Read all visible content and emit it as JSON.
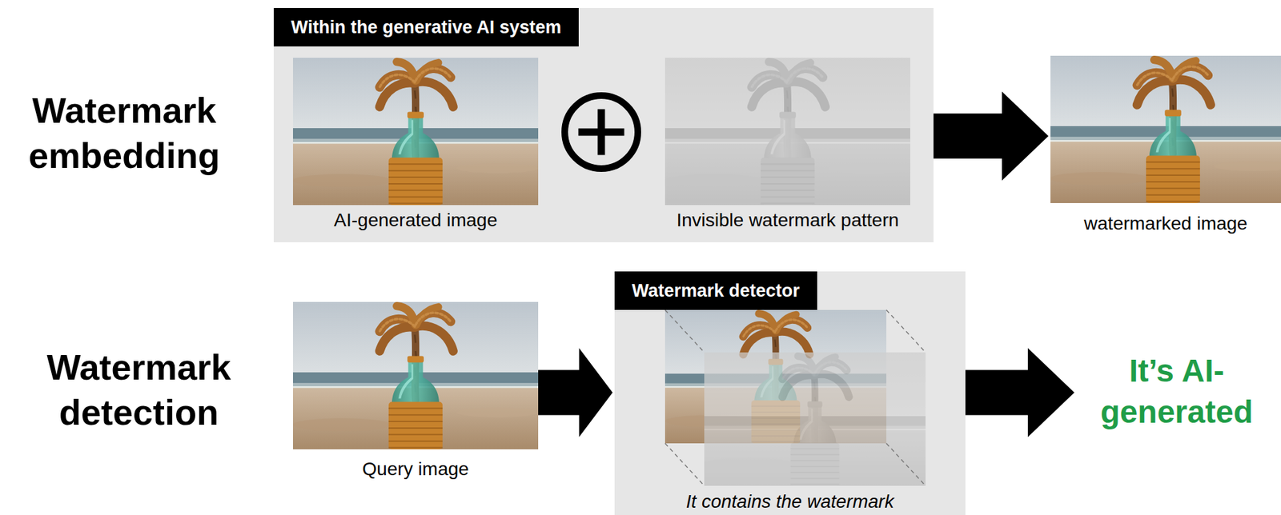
{
  "diagram": {
    "nodes": [
      {
        "text": [
          "Within the generative AI system"
        ]
      },
      {
        "text": [
          "AI-generated image"
        ],
        "in": 0
      },
      {
        "text": [
          "Invisible watermark pattern"
        ],
        "in": 0
      },
      {
        "text": [
          "watermarked image"
        ]
      },
      {
        "text": [
          "Query image"
        ]
      },
      {
        "text": [
          "Watermark detector",
          "It contains the watermark"
        ]
      },
      {
        "text": [
          "It’s AI-generated"
        ]
      }
    ],
    "edges": [
      {
        "from": 0,
        "to": 3,
        "arrow": "to"
      },
      {
        "from": 4,
        "to": 5,
        "arrow": "to"
      },
      {
        "from": 5,
        "to": 6,
        "arrow": "to"
      }
    ],
    "labels": [
      "Watermark embedding",
      "Watermark detection"
    ]
  }
}
